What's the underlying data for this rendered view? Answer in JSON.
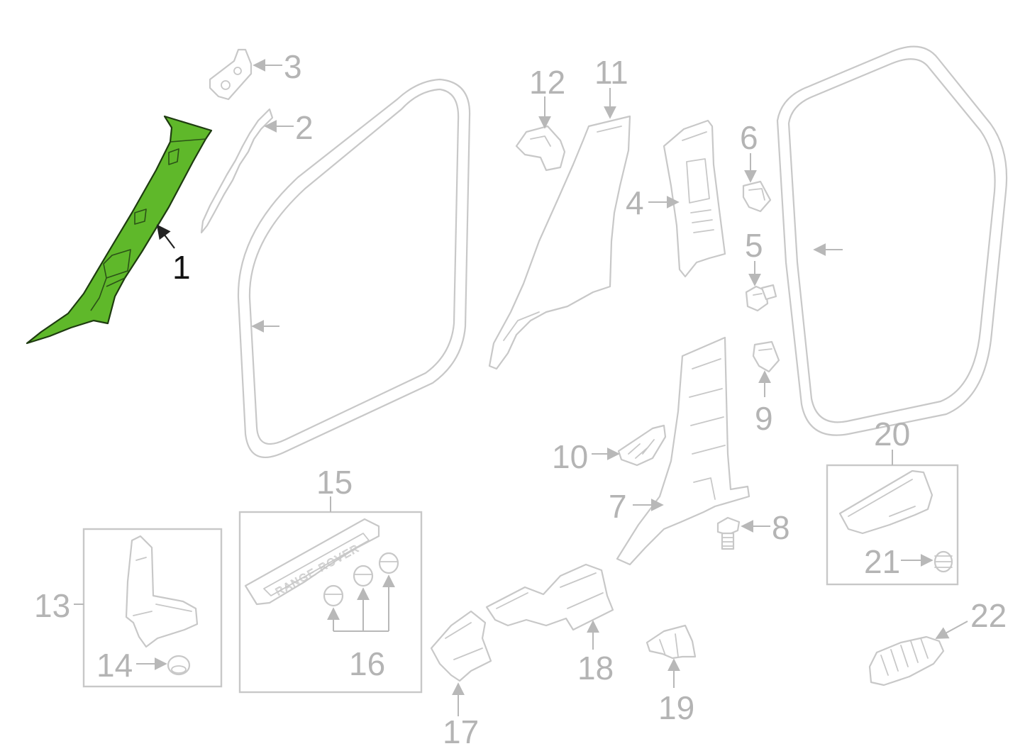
{
  "diagram": {
    "highlight_color": "#5fb82a",
    "line_color": "#c8c8c8",
    "sill_plate_lettering": "RANGE ROVER",
    "callouts": {
      "c1": "1",
      "c2": "2",
      "c3": "3",
      "c4": "4",
      "c5": "5",
      "c6": "6",
      "c7": "7",
      "c8": "8",
      "c9": "9",
      "c10": "10",
      "c11": "11",
      "c12": "12",
      "c13": "13",
      "c14": "14",
      "c15": "15",
      "c16": "16",
      "c17": "17",
      "c18": "18",
      "c19": "19",
      "c20": "20",
      "c21": "21",
      "c22": "22"
    }
  }
}
